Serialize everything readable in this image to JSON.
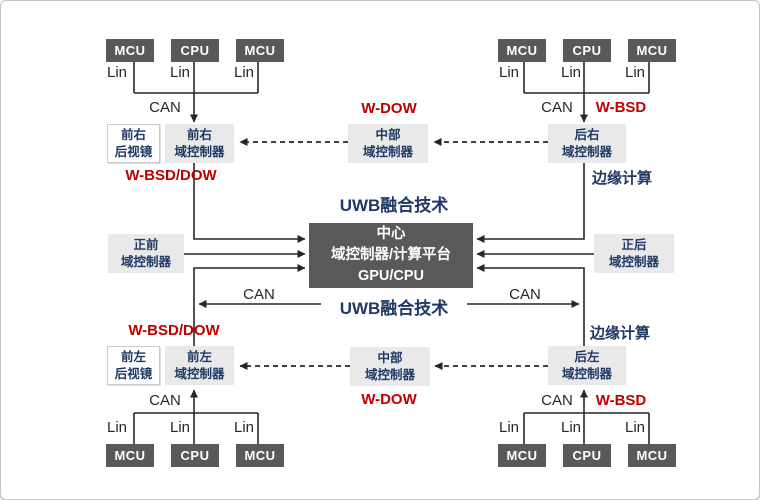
{
  "colors": {
    "box_dark": "#595959",
    "box_light": "#e9e9e9",
    "text_navy": "#1F3864",
    "text_red": "#C00000",
    "line": "#262626"
  },
  "ecu_clusters": {
    "top_left": {
      "units": [
        "MCU",
        "CPU",
        "MCU"
      ],
      "lin": [
        "Lin",
        "Lin",
        "Lin"
      ],
      "can": "CAN",
      "wireless": ""
    },
    "top_right": {
      "units": [
        "MCU",
        "CPU",
        "MCU"
      ],
      "lin": [
        "Lin",
        "Lin",
        "Lin"
      ],
      "can": "CAN",
      "wireless": "W-BSD"
    },
    "bottom_left": {
      "units": [
        "MCU",
        "CPU",
        "MCU"
      ],
      "lin": [
        "Lin",
        "Lin",
        "Lin"
      ],
      "can": "CAN",
      "wireless": ""
    },
    "bottom_right": {
      "units": [
        "MCU",
        "CPU",
        "MCU"
      ],
      "lin": [
        "Lin",
        "Lin",
        "Lin"
      ],
      "can": "CAN",
      "wireless": "W-BSD"
    }
  },
  "controllers": {
    "front_right_mirror": {
      "line1": "前右",
      "line2": "后视镜"
    },
    "front_right": {
      "line1": "前右",
      "line2": "域控制器"
    },
    "middle_top": {
      "line1": "中部",
      "line2": "域控制器"
    },
    "rear_right": {
      "line1": "后右",
      "line2": "域控制器"
    },
    "front_center": {
      "line1": "正前",
      "line2": "域控制器"
    },
    "rear_center": {
      "line1": "正后",
      "line2": "域控制器"
    },
    "front_left_mirror": {
      "line1": "前左",
      "line2": "后视镜"
    },
    "front_left": {
      "line1": "前左",
      "line2": "域控制器"
    },
    "middle_bottom": {
      "line1": "中部",
      "line2": "域控制器"
    },
    "rear_left": {
      "line1": "后左",
      "line2": "域控制器"
    }
  },
  "center_unit": {
    "line1": "中心",
    "line2": "域控制器/计算平台",
    "line3": "GPU/CPU"
  },
  "annotations": {
    "uwb_top": "UWB融合技术",
    "uwb_bottom": "UWB融合技术",
    "w_dow_top": "W-DOW",
    "w_dow_bottom": "W-DOW",
    "w_bsd_dow_top": "W-BSD/DOW",
    "w_bsd_dow_bottom": "W-BSD/DOW",
    "edge_compute_top": "边缘计算",
    "edge_compute_bottom": "边缘计算",
    "can_bus_left": "CAN",
    "can_bus_right": "CAN"
  }
}
